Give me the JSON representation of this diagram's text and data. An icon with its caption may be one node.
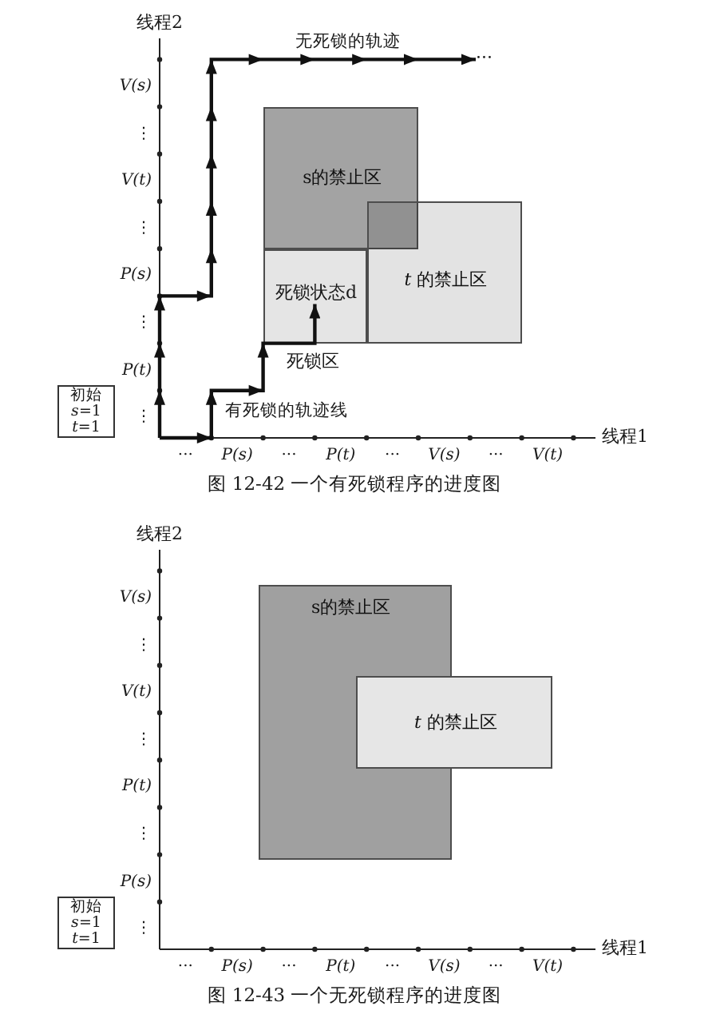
{
  "diagram": {
    "nodes": [
      {
        "text": [
          "···"
        ]
      },
      {
        "text": [
          "s的禁止区"
        ]
      },
      {
        "text": [],
        "shape": "box",
        "beside": [
          "死锁区"
        ]
      },
      {
        "text": [
          "死锁状态d"
        ],
        "in": 2
      },
      {
        "text": [
          "*t* 的禁止区"
        ]
      },
      {
        "text": [
          "初始",
          "*s*=1",
          "*t*=1"
        ]
      },
      {
        "text": [
          "s的禁止区"
        ]
      },
      {
        "text": [
          "*t* 的禁止区"
        ]
      },
      {
        "text": [
          "初始",
          "*s*=1",
          "*t*=1"
        ]
      }
    ],
    "edges": [
      {
        "from": null,
        "to": 0,
        "arrow": "to",
        "label": "无死锁的轨迹"
      },
      {
        "from": null,
        "to": 3,
        "arrow": "to",
        "label": "有死锁的轨迹线"
      }
    ],
    "labels": [
      "线程2",
      "V(s)",
      "⋮",
      "V(t)",
      "⋮",
      "P(s)",
      "⋮",
      "P(t)",
      "⋮",
      "···",
      "P(s)",
      "···",
      "P(t)",
      "···",
      "V(s)",
      "···",
      "V(t)",
      "线程1",
      "图 12-42 一个有死锁程序的进度图",
      "线程2",
      "V(s)",
      "⋮",
      "V(t)",
      "⋮",
      "P(t)",
      "⋮",
      "P(s)",
      "⋮",
      "···",
      "P(s)",
      "···",
      "P(t)",
      "···",
      "V(s)",
      "···",
      "V(t)",
      "线程1",
      "图 12-43 一个无死锁程序的进度图"
    ]
  }
}
